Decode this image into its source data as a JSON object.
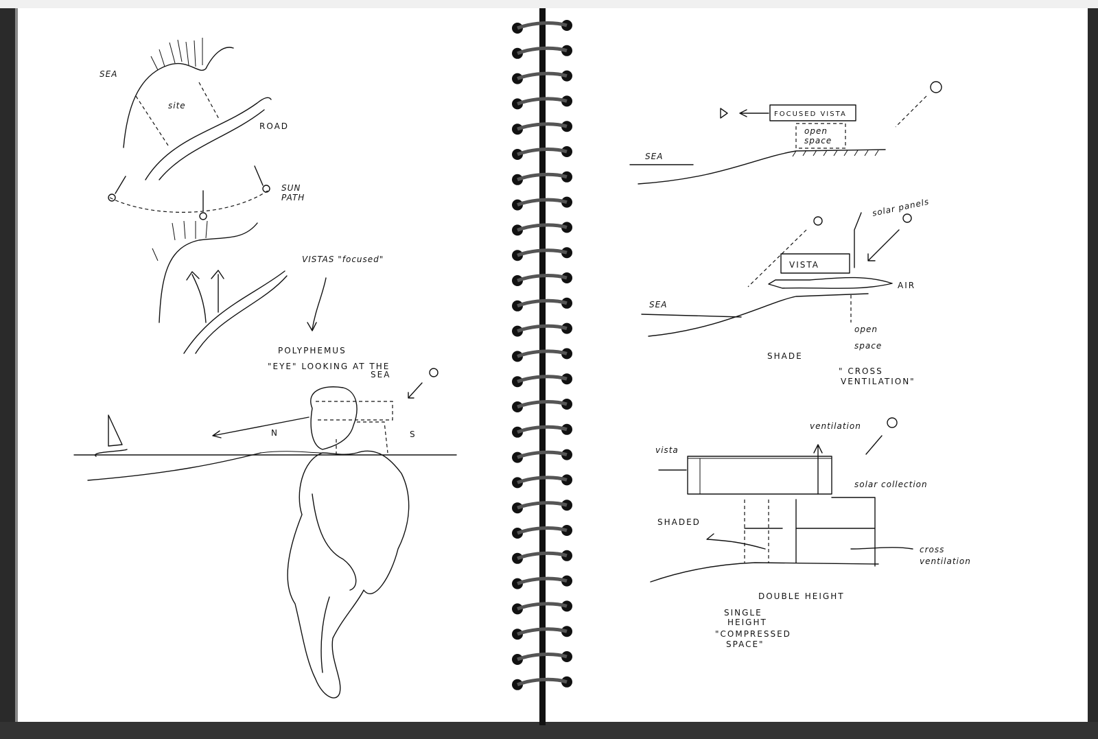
{
  "left_page": {
    "site_map": {
      "sea": "SEA",
      "site": "site",
      "road": "ROAD",
      "sun_path": [
        "SUN",
        "PATH"
      ]
    },
    "vistas": "VISTAS \"focused\"",
    "polyphemus": {
      "title": "POLYPHEMUS",
      "caption": [
        "\"EYE\" LOOKING AT THE",
        "SEA"
      ],
      "north": "N",
      "south": "S"
    }
  },
  "right_page": {
    "sketch1": {
      "focused_vista": "FOCUSED VISTA",
      "open_space": [
        "open",
        "space"
      ],
      "sea": "SEA"
    },
    "sketch2": {
      "solar_panels": "solar panels",
      "vista": "VISTA",
      "air": "AIR",
      "sea": "SEA",
      "open_space": [
        "open",
        "space"
      ],
      "shade": "SHADE",
      "cross_ventilation": [
        "\" CROSS",
        "VENTILATION\""
      ]
    },
    "sketch3": {
      "ventilation": "ventilation",
      "vista": "vista",
      "solar_collection": "solar collection",
      "shaded": "SHADED",
      "cross_ventilation": [
        "cross",
        "ventilation"
      ],
      "double_height": "DOUBLE HEIGHT",
      "single_height": [
        "SINGLE",
        "HEIGHT",
        "\"COMPRESSED",
        "SPACE\""
      ]
    }
  },
  "colors": {
    "ink": "#111111",
    "paper": "#ffffff",
    "binding": "#111111"
  }
}
